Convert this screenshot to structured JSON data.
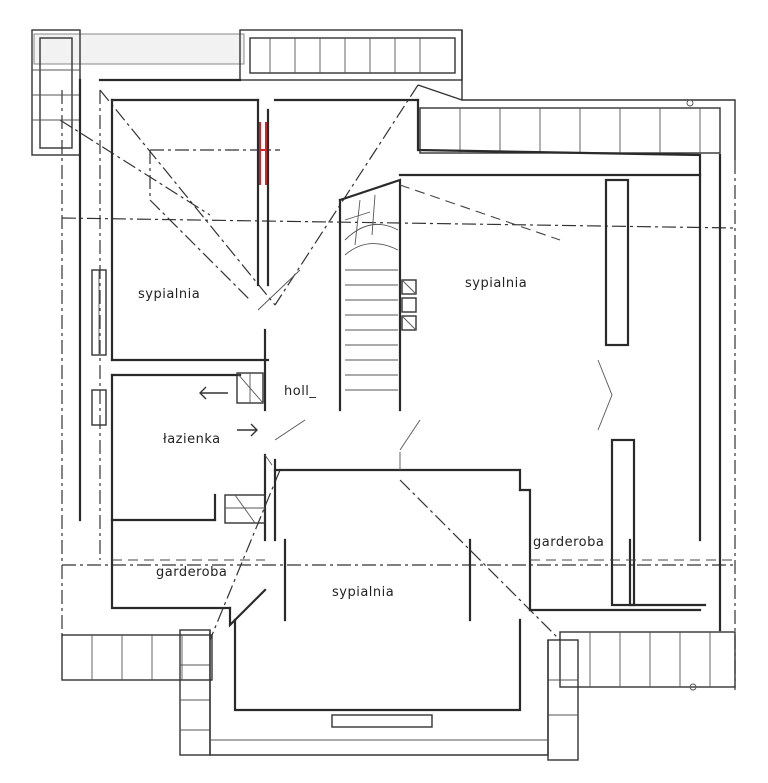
{
  "header": {
    "text": ""
  },
  "rooms": {
    "sypialnia_left": "sypialnia",
    "sypialnia_right": "sypialnia",
    "sypialnia_bottom": "sypialnia",
    "holl": "holl_",
    "lazienka": "łazienka",
    "garderoba_left": "garderoba",
    "garderoba_right": "garderoba"
  }
}
